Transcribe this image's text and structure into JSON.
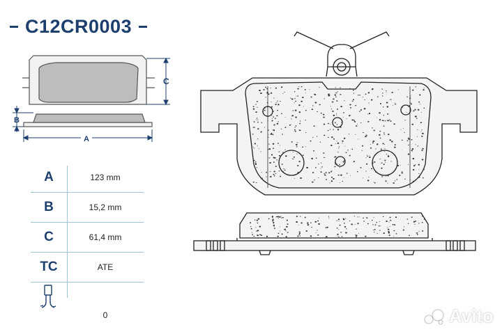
{
  "header": {
    "part_number": "C12CR0003"
  },
  "dimension_labels": {
    "a": "A",
    "b": "B",
    "c": "C"
  },
  "specs": [
    {
      "key": "A",
      "value": "123 mm"
    },
    {
      "key": "B",
      "value": "15,2 mm"
    },
    {
      "key": "C",
      "value": "61,4 mm"
    },
    {
      "key": "TC",
      "value": "ATE"
    },
    {
      "key": "sensor",
      "value": "0"
    }
  ],
  "watermark": {
    "text": "Avito"
  },
  "colors": {
    "brand": "#1c3f6e",
    "rule": "#9fc2d6",
    "line": "#222222",
    "pad": "#f4f4f4"
  }
}
